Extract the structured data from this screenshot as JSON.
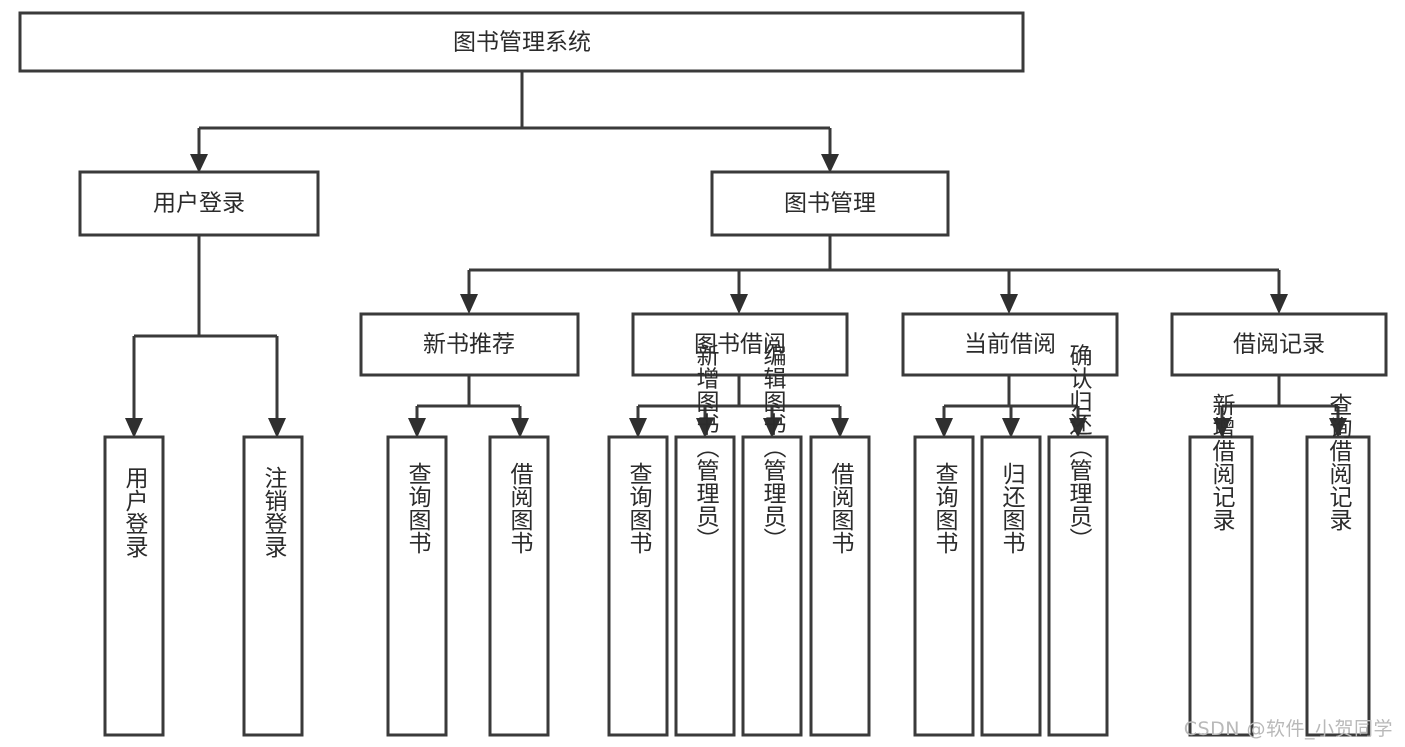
{
  "diagram": {
    "type": "tree",
    "title": "图书管理系统",
    "watermark": "CSDN @软件_小贺同学",
    "colors": {
      "box_stroke": "#3a3a3a",
      "box_fill": "#ffffff",
      "connector": "#3a3a3a",
      "text": "#2b2b2b",
      "background": "#ffffff",
      "watermark": "#b9b9b9"
    },
    "levels": {
      "root": "图书管理系统",
      "level2": [
        "用户登录",
        "图书管理"
      ],
      "level3": [
        "新书推荐",
        "图书借阅",
        "当前借阅",
        "借阅记录"
      ]
    },
    "nodes": {
      "root": {
        "label": "图书管理系统"
      },
      "user_login": {
        "label": "用户登录"
      },
      "book_manage": {
        "label": "图书管理"
      },
      "new_book_rec": {
        "label": "新书推荐"
      },
      "book_borrow": {
        "label": "图书借阅"
      },
      "current_borrow": {
        "label": "当前借阅"
      },
      "borrow_record": {
        "label": "借阅记录"
      }
    },
    "leaves": {
      "user_login": [
        {
          "label": "用户登录"
        },
        {
          "label": "注销登录"
        }
      ],
      "new_book_rec": [
        {
          "label": "查询图书"
        },
        {
          "label": "借阅图书"
        }
      ],
      "book_borrow": [
        {
          "label": "查询图书"
        },
        {
          "label": "新增图书（管理员）"
        },
        {
          "label": "编辑图书（管理员）"
        },
        {
          "label": "借阅图书"
        }
      ],
      "current_borrow": [
        {
          "label": "查询图书"
        },
        {
          "label": "归还图书"
        },
        {
          "label": "确认归还（管理员）"
        }
      ],
      "borrow_record": [
        {
          "label": "新增借阅记录"
        },
        {
          "label": "查询借阅记录"
        }
      ]
    }
  }
}
